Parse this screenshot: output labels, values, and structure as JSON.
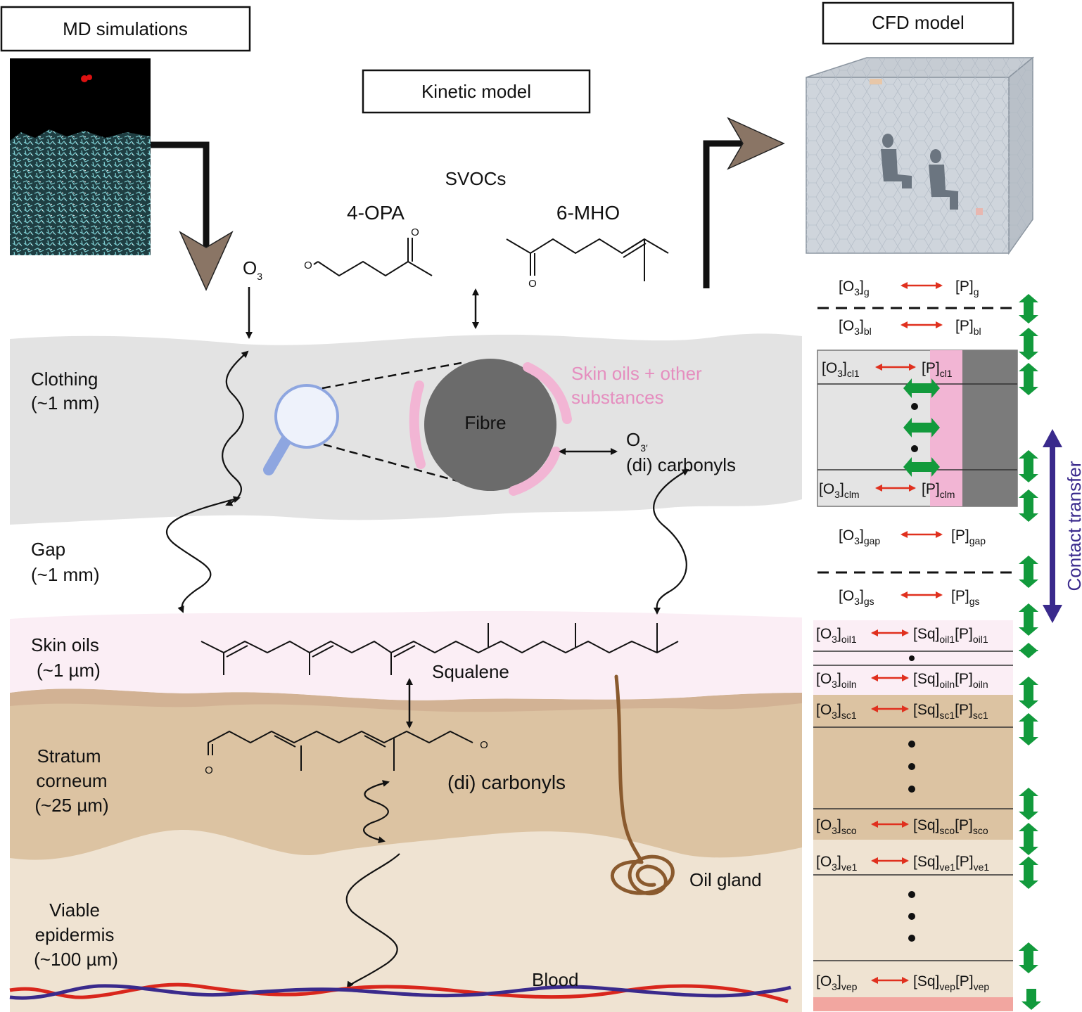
{
  "titles": {
    "md": "MD simulations",
    "kinetic": "Kinetic model",
    "cfd": "CFD model"
  },
  "svoc": {
    "heading": "SVOCs",
    "opa": "4-OPA",
    "mho": "6-MHO",
    "oxygen_atom": "O"
  },
  "ozone": {
    "base": "O",
    "sub": "3"
  },
  "ozone_prime": {
    "base": "O",
    "sub": "3′"
  },
  "fibre": {
    "label": "Fibre",
    "oils_line1": "Skin oils + other",
    "oils_line2": "substances",
    "products": "(di) carbonyls"
  },
  "layers": {
    "clothing": [
      "Clothing",
      "(~1 mm)"
    ],
    "gap": [
      "Gap",
      "(~1 mm)"
    ],
    "skin_oils": [
      "Skin oils",
      "(~1 µm)"
    ],
    "stratum": [
      "Stratum",
      "corneum",
      "(~25 µm)"
    ],
    "viable": [
      "Viable",
      "epidermis",
      "(~100 µm)"
    ]
  },
  "molecules": {
    "squalene": "Squalene",
    "carbonyls": "(di) carbonyls"
  },
  "labels": {
    "oil_gland": "Oil gland",
    "blood": "Blood",
    "contact_transfer": "Contact transfer"
  },
  "equations": [
    {
      "left": "[O3]",
      "left_sub": "g",
      "right": "[P]",
      "right_sub": "g"
    },
    {
      "left": "[O3]",
      "left_sub": "bl",
      "right": "[P]",
      "right_sub": "bl"
    },
    {
      "left": "[O3]",
      "left_sub": "cl1",
      "right": "[P]",
      "right_sub": "cl1"
    },
    {
      "left": "[O3]",
      "left_sub": "clm",
      "right": "[P]",
      "right_sub": "clm"
    },
    {
      "left": "[O3]",
      "left_sub": "gap",
      "right": "[P]",
      "right_sub": "gap"
    },
    {
      "left": "[O3]",
      "left_sub": "gs",
      "right": "[P]",
      "right_sub": "gs"
    },
    {
      "left": "[O3]",
      "left_sub": "oil1",
      "right": "[Sq]",
      "right_sub": "oil1",
      "extra": "[P]",
      "extra_sub": "oil1"
    },
    {
      "left": "[O3]",
      "left_sub": "oiln",
      "right": "[Sq]",
      "right_sub": "oiln",
      "extra": "[P]",
      "extra_sub": "oiln"
    },
    {
      "left": "[O3]",
      "left_sub": "sc1",
      "right": "[Sq]",
      "right_sub": "sc1",
      "extra": "[P]",
      "extra_sub": "sc1"
    },
    {
      "left": "[O3]",
      "left_sub": "sco",
      "right": "[Sq]",
      "right_sub": "sco",
      "extra": "[P]",
      "extra_sub": "sco"
    },
    {
      "left": "[O3]",
      "left_sub": "ve1",
      "right": "[Sq]",
      "right_sub": "ve1",
      "extra": "[P]",
      "extra_sub": "ve1"
    },
    {
      "left": "[O3]",
      "left_sub": "vep",
      "right": "[Sq]",
      "right_sub": "vep",
      "extra": "[P]",
      "extra_sub": "vep"
    }
  ],
  "colors": {
    "clothing": "#e3e3e3",
    "skin_oils": "#fbeef5",
    "stratum": "#dcc3a2",
    "viable": "#efe3d2",
    "fibre": "#6b6b6b",
    "oil_film": "#f2b5d4",
    "green_arrow": "#129a3c",
    "red_arrow": "#e0301e",
    "contact_arrow": "#3a2a8c",
    "blood_red": "#d9261c",
    "blood_blue": "#3a2a8c",
    "gland": "#8a5a2e"
  }
}
